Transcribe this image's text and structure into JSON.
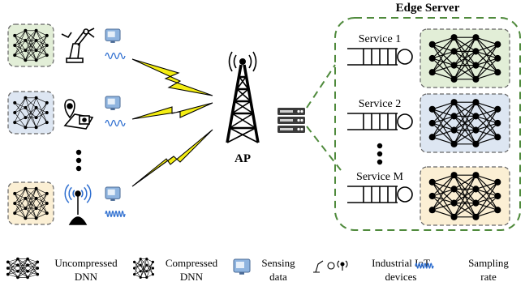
{
  "edge_server": {
    "title": "Edge Server"
  },
  "ap_label": "AP",
  "services": [
    {
      "label": "Service 1",
      "color": "#e2eed7"
    },
    {
      "label": "Service 2",
      "color": "#dde6f2"
    },
    {
      "label": "Service M",
      "color": "#fbefd4"
    }
  ],
  "devices": [
    {
      "type": "robot-arm",
      "dnn": "uncompressed",
      "color": "#e2eed7"
    },
    {
      "type": "location-tracker",
      "dnn": "compressed",
      "color": "#dde6f2"
    },
    {
      "type": "signal-sensor",
      "dnn": "uncompressed",
      "color": "#fbefd4"
    }
  ],
  "legend": [
    {
      "icon": "uncompressed-dnn-icon",
      "line1": "Uncompressed",
      "line2": "DNN"
    },
    {
      "icon": "compressed-dnn-icon",
      "line1": "Compressed",
      "line2": "DNN"
    },
    {
      "icon": "sensing-data-icon",
      "line1": "Sensing",
      "line2": "data"
    },
    {
      "icon": "industrial-iot-icon",
      "line1": "Industrial IoT",
      "line2": "devices"
    },
    {
      "icon": "sampling-rate-icon",
      "line1": "Sampling",
      "line2": "rate"
    }
  ],
  "colors": {
    "dashed_border": "#4f8a3c",
    "lightning": "#f4ee12",
    "outline": "#000000"
  }
}
